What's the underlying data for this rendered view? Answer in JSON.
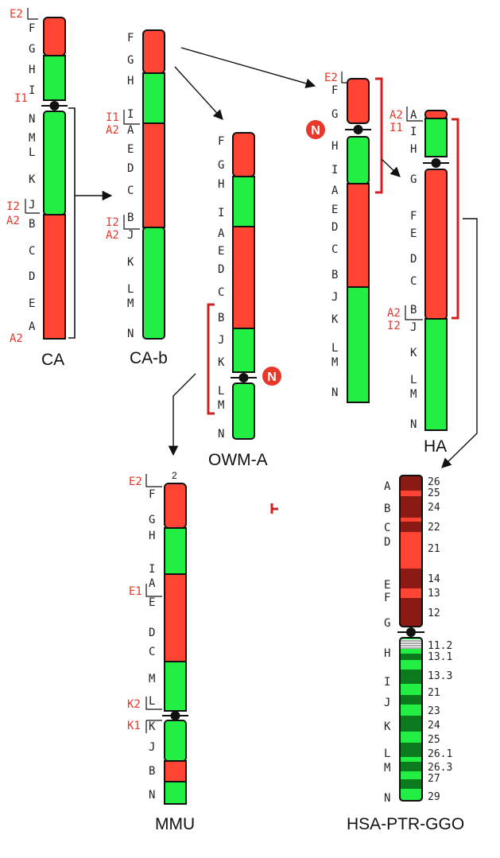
{
  "colors": {
    "red": "#ff4433",
    "green": "#22ee44",
    "dark_red": "#8c1a14",
    "dark_green": "#0b7a1c",
    "label_red": "#e8382a",
    "bracket_red": "#cc2222",
    "outline": "#111111"
  },
  "chromosomes": {
    "ca": {
      "caption": "CA",
      "labels": [
        "F",
        "G",
        "H",
        "I",
        "N",
        "M",
        "L",
        "K",
        "J",
        "B",
        "C",
        "D",
        "E",
        "A"
      ],
      "red_labels": [
        "E2",
        "I1",
        "I2",
        "A2",
        "A2"
      ]
    },
    "cab": {
      "caption": "CA-b",
      "labels": [
        "F",
        "G",
        "H",
        "I",
        "A",
        "E",
        "D",
        "C",
        "B",
        "J",
        "K",
        "L",
        "M",
        "N"
      ],
      "red_labels": [
        "I1",
        "A2",
        "I2",
        "A2"
      ]
    },
    "owma": {
      "caption": "OWM-A",
      "labels": [
        "F",
        "G",
        "H",
        "I",
        "A",
        "E",
        "D",
        "C",
        "B",
        "J",
        "K",
        "L",
        "M",
        "N"
      ],
      "neocentromere": "N"
    },
    "ha_inter": {
      "labels": [
        "F",
        "G",
        "H",
        "I",
        "A",
        "E",
        "D",
        "C",
        "B",
        "J",
        "K",
        "L",
        "M",
        "N"
      ],
      "red_labels": [
        "E2"
      ],
      "neocentromere": "N"
    },
    "ha": {
      "caption": "HA",
      "labels": [
        "A",
        "I",
        "H",
        "G",
        "F",
        "E",
        "D",
        "C",
        "B",
        "J",
        "K",
        "L",
        "M",
        "N"
      ],
      "red_labels": [
        "A2",
        "I1",
        "A2",
        "I2"
      ]
    },
    "mmu": {
      "caption": "MMU",
      "top_label": "2",
      "labels": [
        "F",
        "G",
        "H",
        "I",
        "A",
        "E",
        "D",
        "C",
        "M",
        "L",
        "K",
        "J",
        "B",
        "N"
      ],
      "red_labels": [
        "E2",
        "E1",
        "K2",
        "K1"
      ]
    },
    "hsa": {
      "caption": "HSA-PTR-GGO",
      "labels": [
        "A",
        "B",
        "C",
        "D",
        "E",
        "F",
        "G",
        "H",
        "I",
        "J",
        "K",
        "L",
        "M",
        "N"
      ],
      "bands": [
        "26",
        "25",
        "24",
        "22",
        "21",
        "14",
        "13",
        "12",
        "11.2",
        "13.1",
        "13.3",
        "21",
        "23",
        "24",
        "25",
        "26.1",
        "26.3",
        "27",
        "29"
      ]
    }
  }
}
